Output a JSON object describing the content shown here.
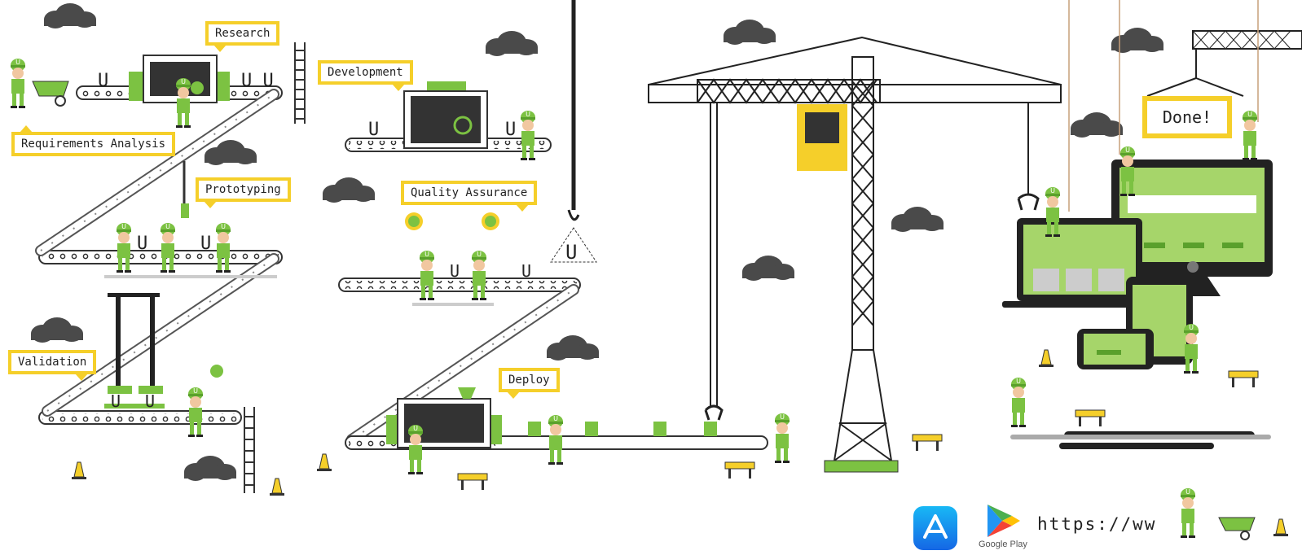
{
  "labels": {
    "research": "Research",
    "requirements": "Requirements Analysis",
    "development": "Development",
    "prototyping": "Prototyping",
    "quality": "Quality Assurance",
    "validation": "Validation",
    "deploy": "Deploy",
    "done": "Done!"
  },
  "footer": {
    "google_play": "Google Play",
    "url": "https://ww"
  },
  "icons": {
    "app_store": "app-store-icon",
    "google_play": "google-play-icon"
  },
  "colors": {
    "accent_yellow": "#f5cf2a",
    "brand_green": "#7cc242",
    "dark": "#2b2b2b"
  }
}
